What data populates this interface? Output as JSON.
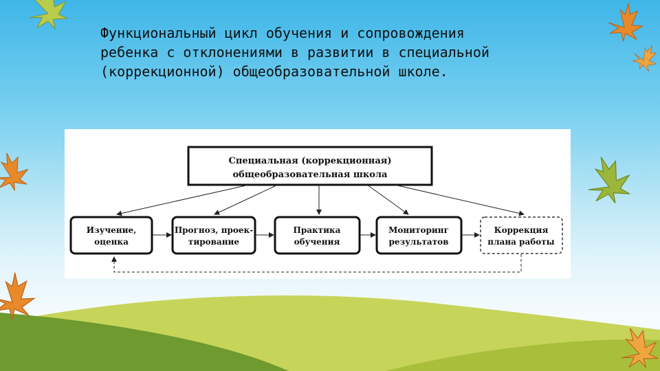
{
  "slide": {
    "title_lines": [
      "Функциональный цикл обучения и сопровождения",
      "ребенка с отклонениями в развитии в специальной",
      "(коррекционной) общеобразовательной школе."
    ]
  },
  "diagram": {
    "top_box": {
      "lines": [
        "Специальная (коррекционная)",
        "общеобразовательная школа"
      ]
    },
    "stages": [
      {
        "lines": [
          "Изучение,",
          "оценка"
        ],
        "style": "solid"
      },
      {
        "lines": [
          "Прогноз, проек-",
          "тирование"
        ],
        "style": "solid"
      },
      {
        "lines": [
          "Практика",
          "обучения"
        ],
        "style": "solid"
      },
      {
        "lines": [
          "Мониторинг",
          "результатов"
        ],
        "style": "solid"
      },
      {
        "lines": [
          "Коррекция",
          "плана работы"
        ],
        "style": "dashed"
      }
    ]
  },
  "colors": {
    "sky_top": "#3fb6e8",
    "grass_light": "#b5c641",
    "grass_dark": "#5e8a2a",
    "leaf_orange": "#e8892a",
    "leaf_green": "#9cb63b"
  },
  "icons": [
    "maple-leaf-icon",
    "maple-leaf-icon",
    "maple-leaf-icon",
    "maple-leaf-icon",
    "maple-leaf-icon",
    "maple-leaf-icon",
    "maple-leaf-icon"
  ]
}
